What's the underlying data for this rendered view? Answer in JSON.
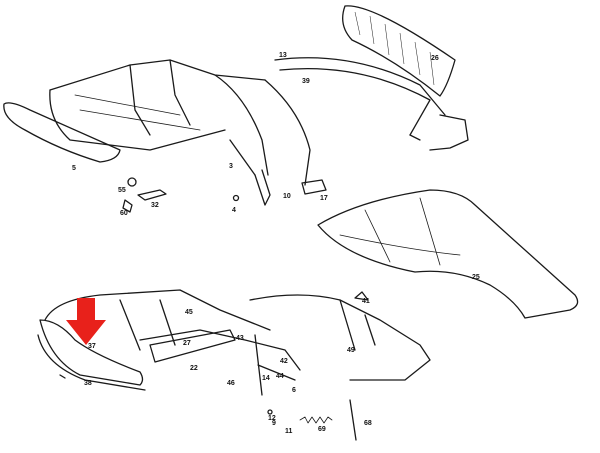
{
  "diagram": {
    "callouts": [
      "5",
      "55",
      "60",
      "32",
      "3",
      "4",
      "10",
      "17",
      "13",
      "39",
      "26",
      "25",
      "41",
      "49",
      "45",
      "43",
      "42",
      "44",
      "46",
      "14",
      "6",
      "9",
      "12",
      "11",
      "69",
      "68",
      "37",
      "38",
      "27",
      "22"
    ],
    "colors": {
      "line": "#1a1a1a",
      "background": "#ffffff",
      "highlight_arrow": "#e8211b"
    },
    "highlighted_part": "37"
  }
}
